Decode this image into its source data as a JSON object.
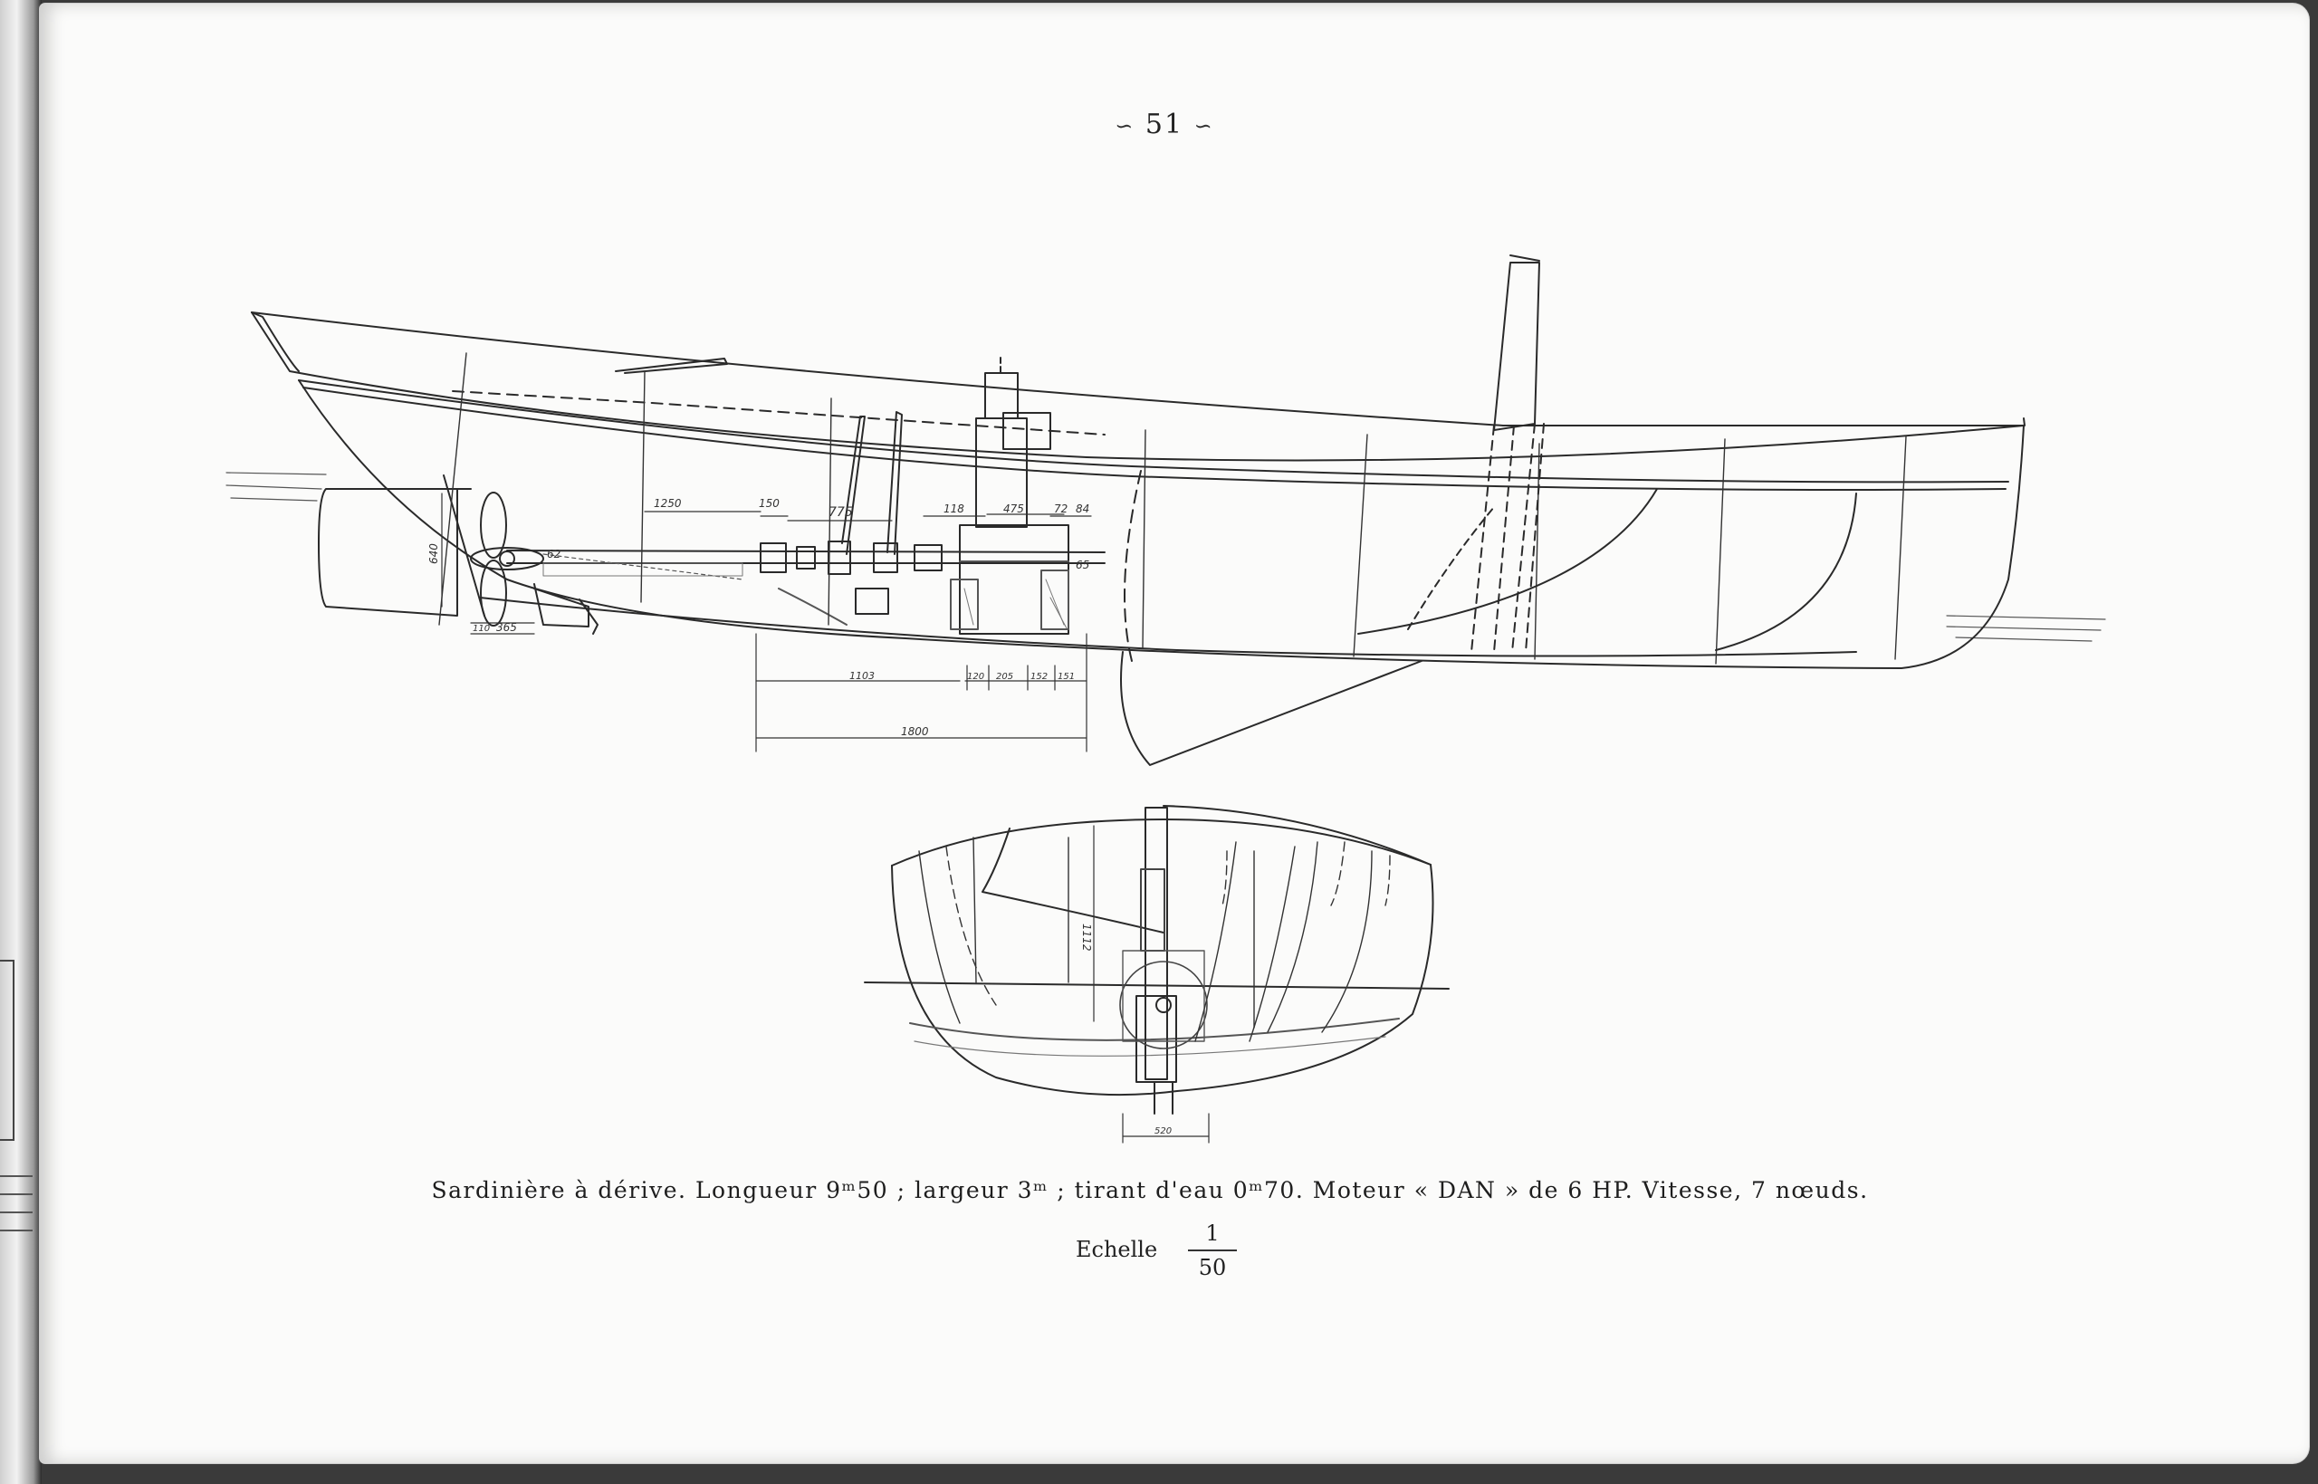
{
  "page": {
    "number": "51",
    "ornament_left": "∽",
    "ornament_right": "∽"
  },
  "caption": {
    "text": "Sardinière à dérive. Longueur 9ᵐ50 ; largeur 3ᵐ ; tirant d'eau 0ᵐ70. Moteur « DAN » de 6 HP. Vitesse, 7 nœuds."
  },
  "scale": {
    "label": "Echelle",
    "numerator": "1",
    "denominator": "50"
  },
  "dimensions": {
    "d1": "1250",
    "d2": "150",
    "d3": "775",
    "d4": "118",
    "d5": "475",
    "d6": "72",
    "d7": "84",
    "d8": "640",
    "d9": "110",
    "d10": "365",
    "d11": "1103",
    "d12": "120",
    "d13": "205",
    "d14": "152",
    "d15": "151",
    "d16": "1800",
    "d17": "1112",
    "d18": "520",
    "d19": "62",
    "d20": "65"
  }
}
